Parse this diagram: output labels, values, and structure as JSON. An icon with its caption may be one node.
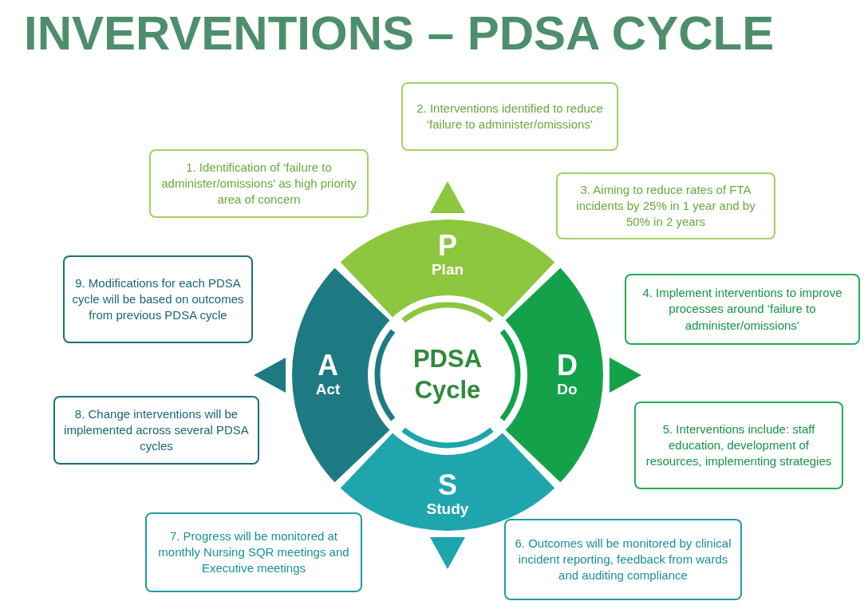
{
  "diagram": {
    "title": "INVERVENTIONS – PDSA CYCLE",
    "nodes": [
      {
        "text": [
          "1. Identification of ‘failure to administer/omissions’ as high priority area of concern"
        ]
      },
      {
        "text": [
          "2. Interventions identified to reduce ‘failure to administer/omissions’"
        ]
      },
      {
        "text": [
          "3. Aiming to reduce rates of FTA incidents by 25% in 1 year and by 50% in 2 years"
        ]
      },
      {
        "text": [
          "4. Implement interventions to improve processes around ‘failure to administer/omissions’"
        ]
      },
      {
        "text": [
          "5. Interventions include: staff education, development of resources, implementing strategies"
        ]
      },
      {
        "text": [
          "6. Outcomes will be monitored by clinical incident reporting, feedback from wards and auditing compliance"
        ]
      },
      {
        "text": [
          "7. Progress will be monitored at monthly Nursing SQR meetings and Executive meetings"
        ]
      },
      {
        "text": [
          "8. Change interventions will be implemented across several PDSA cycles"
        ]
      },
      {
        "text": [
          "9. Modifications for each PDSA cycle will be based on outcomes from previous PDSA cycle"
        ]
      },
      {
        "text": [
          "P",
          "Plan"
        ]
      },
      {
        "text": [
          "D",
          "Do"
        ]
      },
      {
        "text": [
          "S",
          "Study"
        ]
      },
      {
        "text": [
          "A",
          "Act"
        ]
      },
      {
        "text": [
          "PDSA Cycle"
        ]
      }
    ],
    "edges": [
      {
        "from": 9,
        "to": 1,
        "arrow": "to"
      },
      {
        "from": 10,
        "to": 3,
        "arrow": "to"
      },
      {
        "from": 11,
        "to": null,
        "arrow": "to"
      },
      {
        "from": 12,
        "to": 8,
        "arrow": "to"
      }
    ]
  }
}
